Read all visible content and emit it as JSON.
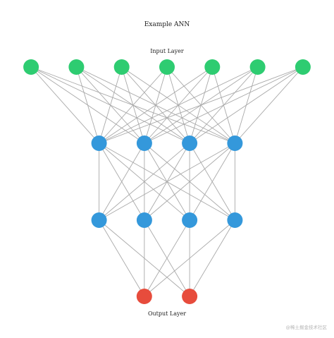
{
  "diagram": {
    "title": "Example ANN",
    "layers": [
      {
        "label": "Input Layer",
        "size": 7,
        "color": "#2ecc71"
      },
      {
        "label": "",
        "size": 4,
        "color": "#3498db"
      },
      {
        "label": "",
        "size": 4,
        "color": "#3498db"
      },
      {
        "label": "Output Layer",
        "size": 2,
        "color": "#e74c3c"
      }
    ],
    "edge_color": "#a9a9a9",
    "fully_connected": true
  },
  "watermark": "@稀土掘金技术社区"
}
